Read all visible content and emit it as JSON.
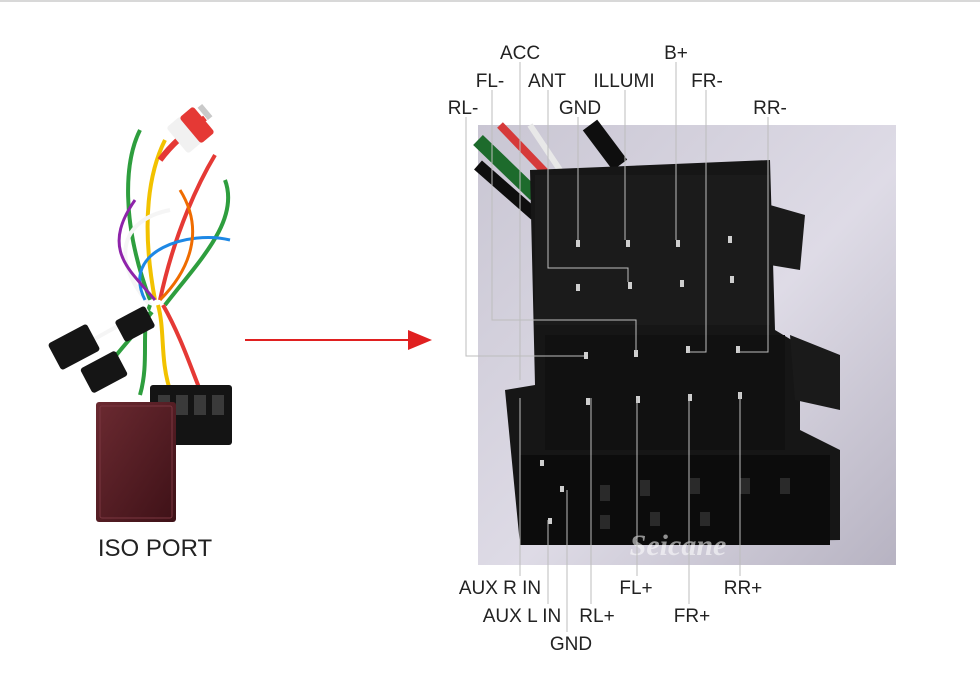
{
  "caption": "ISO PORT",
  "watermark": "Seicane",
  "colors": {
    "arrow": "#e02020",
    "connector": "#161616",
    "module": "#5a1d24",
    "leader": "#bdbdbd"
  },
  "top_labels": {
    "acc": "ACC",
    "b_plus": "B+",
    "fl_minus": "FL-",
    "ant": "ANT",
    "illumi": "ILLUMI",
    "fr_minus": "FR-",
    "rl_minus": "RL-",
    "gnd_top": "GND",
    "rr_minus": "RR-"
  },
  "bottom_labels": {
    "aux_r_in": "AUX R IN",
    "fl_plus": "FL+",
    "rr_plus": "RR+",
    "aux_l_in": "AUX L IN",
    "rl_plus": "RL+",
    "fr_plus": "FR+",
    "gnd_bottom": "GND"
  }
}
